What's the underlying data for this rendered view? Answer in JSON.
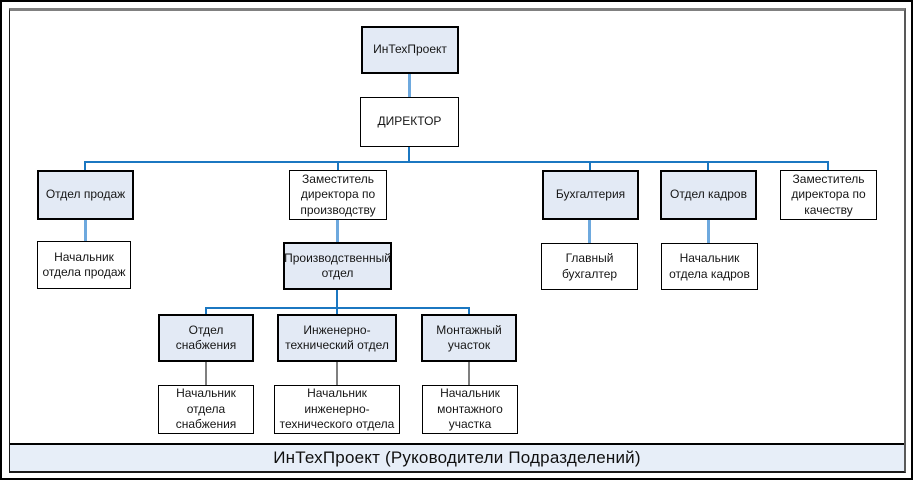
{
  "page": {
    "title_bar": "ИнТехПроект (Руководители Подразделений)"
  },
  "nodes": [
    {
      "id": "intehproekt",
      "label": "ИнТехПроект",
      "kind": "department"
    },
    {
      "id": "director",
      "label": "ДИРЕКТОР",
      "kind": "position"
    },
    {
      "id": "sales-dept",
      "label": "Отдел продаж",
      "kind": "department"
    },
    {
      "id": "deputy-production",
      "label": "Заместитель директора по производству",
      "kind": "position"
    },
    {
      "id": "accounting",
      "label": "Бухгалтерия",
      "kind": "department"
    },
    {
      "id": "hr-dept",
      "label": "Отдел кадров",
      "kind": "department"
    },
    {
      "id": "deputy-quality",
      "label": "Заместитель директора по качеству",
      "kind": "position"
    },
    {
      "id": "sales-head",
      "label": "Начальник отдела продаж",
      "kind": "position"
    },
    {
      "id": "production-dept",
      "label": "Производственный отдел",
      "kind": "department"
    },
    {
      "id": "chief-accountant",
      "label": "Главный бухгалтер",
      "kind": "position"
    },
    {
      "id": "hr-head",
      "label": "Начальник отдела кадров",
      "kind": "position"
    },
    {
      "id": "supply-dept",
      "label": "Отдел снабжения",
      "kind": "department"
    },
    {
      "id": "engineering-dept",
      "label": "Инженерно-технический отдел",
      "kind": "department"
    },
    {
      "id": "installation-site",
      "label": "Монтажный участок",
      "kind": "department"
    },
    {
      "id": "supply-head",
      "label": "Начальник отдела снабжения",
      "kind": "position"
    },
    {
      "id": "engineering-head",
      "label": "Начальник инженерно-технического отдела",
      "kind": "position"
    },
    {
      "id": "installation-head",
      "label": "Начальник монтажного участка",
      "kind": "position"
    }
  ],
  "colors": {
    "department_fill": "#e3eaf5",
    "title_bar_fill": "#e7eef8",
    "bus_connector": "#1b77c1",
    "direct_connector": "#6ea9de",
    "gray_connector": "#7f7f7f"
  }
}
